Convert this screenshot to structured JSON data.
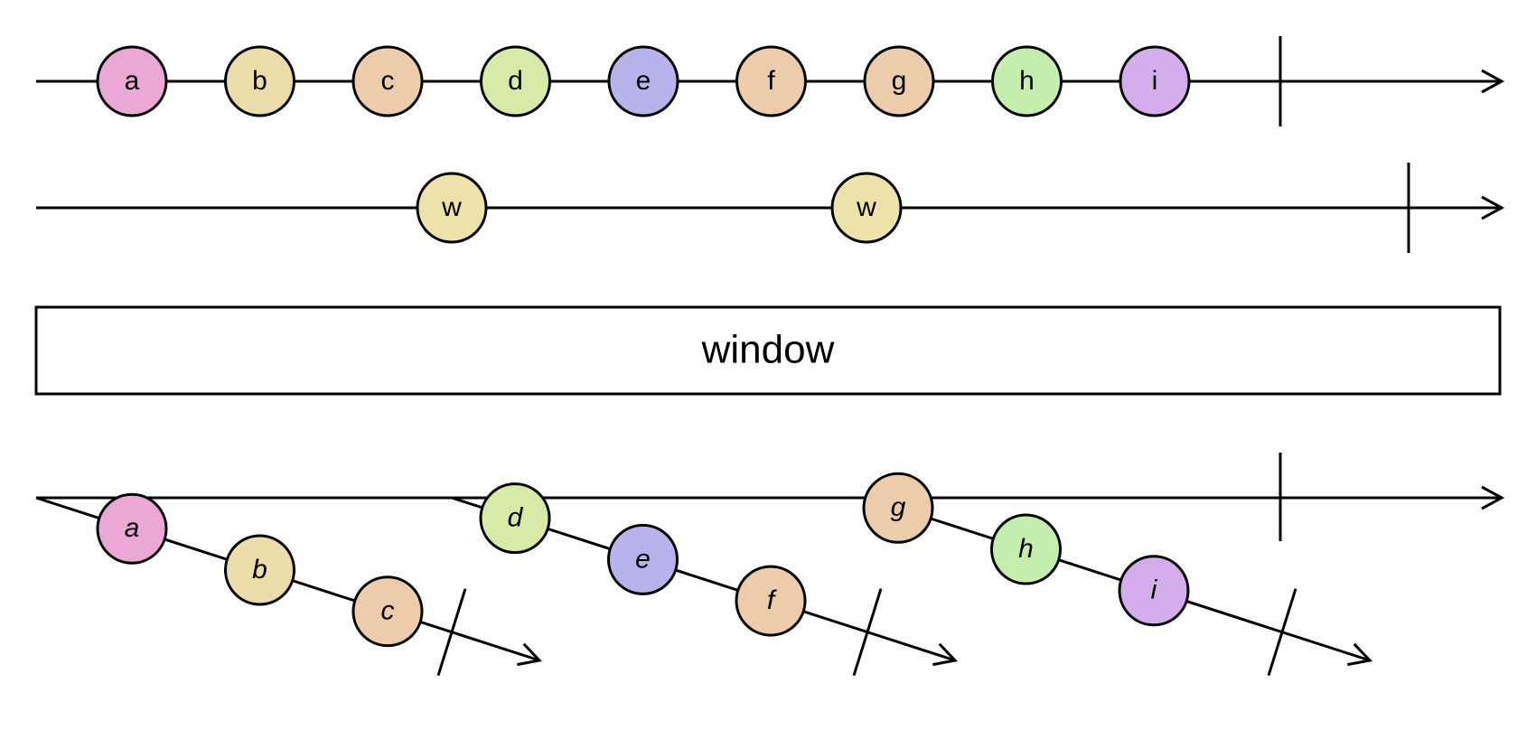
{
  "colors": {
    "pink": "#eba8d6",
    "tan": "#ecdcaa",
    "peach": "#ecccab",
    "lime": "#d8eaa8",
    "blue": "#b8b3ea",
    "green": "#c4eeae",
    "violet": "#d5acec",
    "wheat": "#ece2aa"
  },
  "source": {
    "marbles": [
      {
        "label": "a",
        "color": "pink"
      },
      {
        "label": "b",
        "color": "tan"
      },
      {
        "label": "c",
        "color": "peach"
      },
      {
        "label": "d",
        "color": "lime"
      },
      {
        "label": "e",
        "color": "blue"
      },
      {
        "label": "f",
        "color": "peach"
      },
      {
        "label": "g",
        "color": "peach"
      },
      {
        "label": "h",
        "color": "green"
      },
      {
        "label": "i",
        "color": "violet"
      }
    ],
    "completes": true
  },
  "boundary": {
    "marbles": [
      {
        "label": "w",
        "color": "wheat"
      },
      {
        "label": "w",
        "color": "wheat"
      }
    ],
    "completes": true
  },
  "operator": {
    "label": "window"
  },
  "output": {
    "completes": true,
    "windows": [
      {
        "marbles": [
          {
            "label": "a",
            "color": "pink"
          },
          {
            "label": "b",
            "color": "tan"
          },
          {
            "label": "c",
            "color": "peach"
          }
        ],
        "completes": true
      },
      {
        "marbles": [
          {
            "label": "d",
            "color": "lime"
          },
          {
            "label": "e",
            "color": "blue"
          },
          {
            "label": "f",
            "color": "peach"
          }
        ],
        "completes": true
      },
      {
        "marbles": [
          {
            "label": "g",
            "color": "peach"
          },
          {
            "label": "h",
            "color": "green"
          },
          {
            "label": "i",
            "color": "violet"
          }
        ],
        "completes": true
      }
    ]
  }
}
